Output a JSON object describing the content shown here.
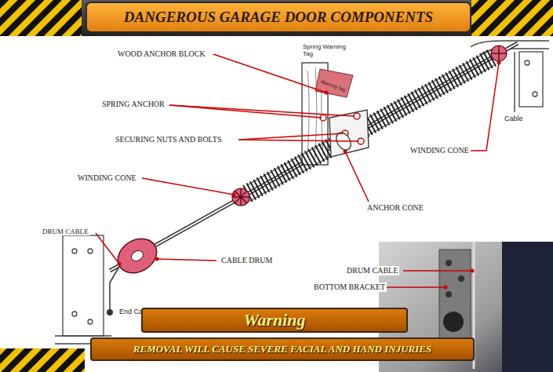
{
  "diagram": {
    "title": "DANGEROUS GARAGE DOOR COMPONENTS",
    "nodes": [
      {
        "text": [
          "Warning",
          "REMOVAL WILL CAUSE SEVERE FACIAL AND HAND INJURIES"
        ]
      }
    ],
    "labels": [
      "WOOD ANCHOR BLOCK",
      "Spring Warning Tag",
      "Warning Tag",
      "SPRING ANCHOR",
      "SECURING NUTS AND BOLTS",
      "Cable",
      "WINDING CONE",
      "WINDING CONE",
      "ANCHOR CONE",
      "DRUM CABLE",
      "CABLE DRUM",
      "End Cable And Stop Button",
      "DRUM CABLE",
      "BOTTOM BRACKET"
    ]
  }
}
